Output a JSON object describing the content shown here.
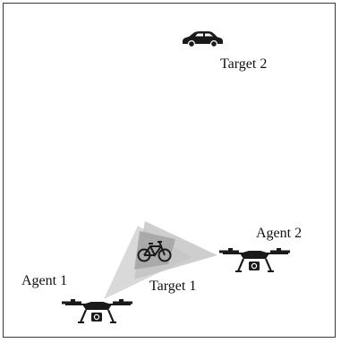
{
  "labels": {
    "target2": "Target 2",
    "agent2": "Agent 2",
    "agent1": "Agent 1",
    "target1": "Target 1"
  },
  "icons": {
    "target2": "car-icon",
    "target1": "bicycle-icon",
    "agent1": "drone-icon",
    "agent2": "drone-icon",
    "drone_payload": "camera-icon"
  },
  "colors": {
    "frame": "#3a3a3a",
    "icon": "#1a1a1a",
    "fov_outer": "#c9c9c9",
    "fov_inner": "#a6a6a6",
    "text": "#111111"
  }
}
